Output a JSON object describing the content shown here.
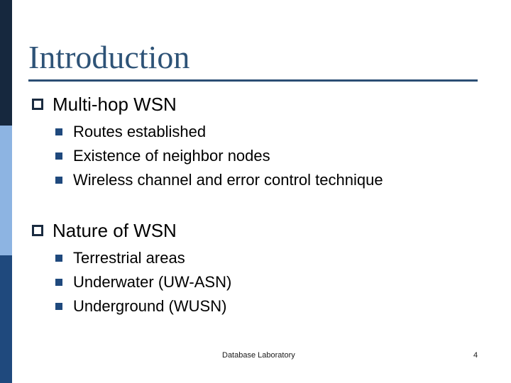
{
  "slide": {
    "title": "Introduction",
    "sections": [
      {
        "title": "Multi-hop WSN",
        "items": [
          "Routes established",
          "Existence of neighbor nodes",
          "Wireless channel and error control technique"
        ]
      },
      {
        "title": "Nature of WSN",
        "items": [
          "Terrestrial areas",
          "Underwater (UW-ASN)",
          "Underground (WUSN)"
        ]
      }
    ],
    "footer": {
      "label": "Database Laboratory",
      "page_number": "4"
    },
    "colors": {
      "title_text": "#2E5377",
      "title_rule": "#2B4E74",
      "bar_top": "#16283E",
      "bar_middle": "#8DB4E2",
      "bar_bottom": "#1F497D",
      "bullet_outline": "#1A2B40",
      "bullet_fill": "#1F497D",
      "body_text": "#000000"
    }
  }
}
